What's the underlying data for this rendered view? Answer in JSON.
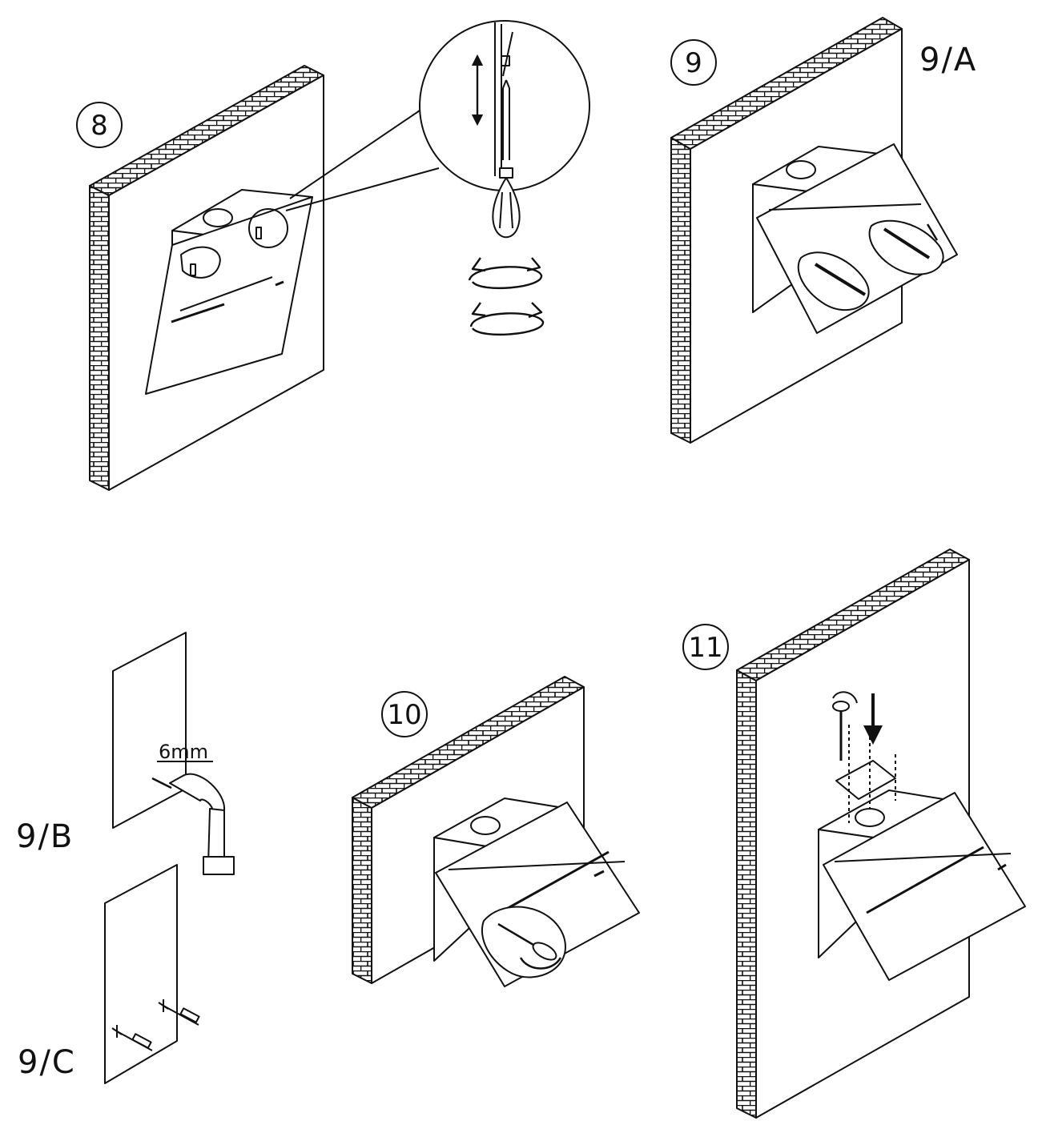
{
  "steps": {
    "s8": "8",
    "s9": "9",
    "s10": "10",
    "s11": "11"
  },
  "substeps": {
    "a": "9/A",
    "b": "9/B",
    "c": "9/C"
  },
  "dimension": "6mm",
  "colors": {
    "ink": "#111111",
    "paper": "#ffffff"
  }
}
